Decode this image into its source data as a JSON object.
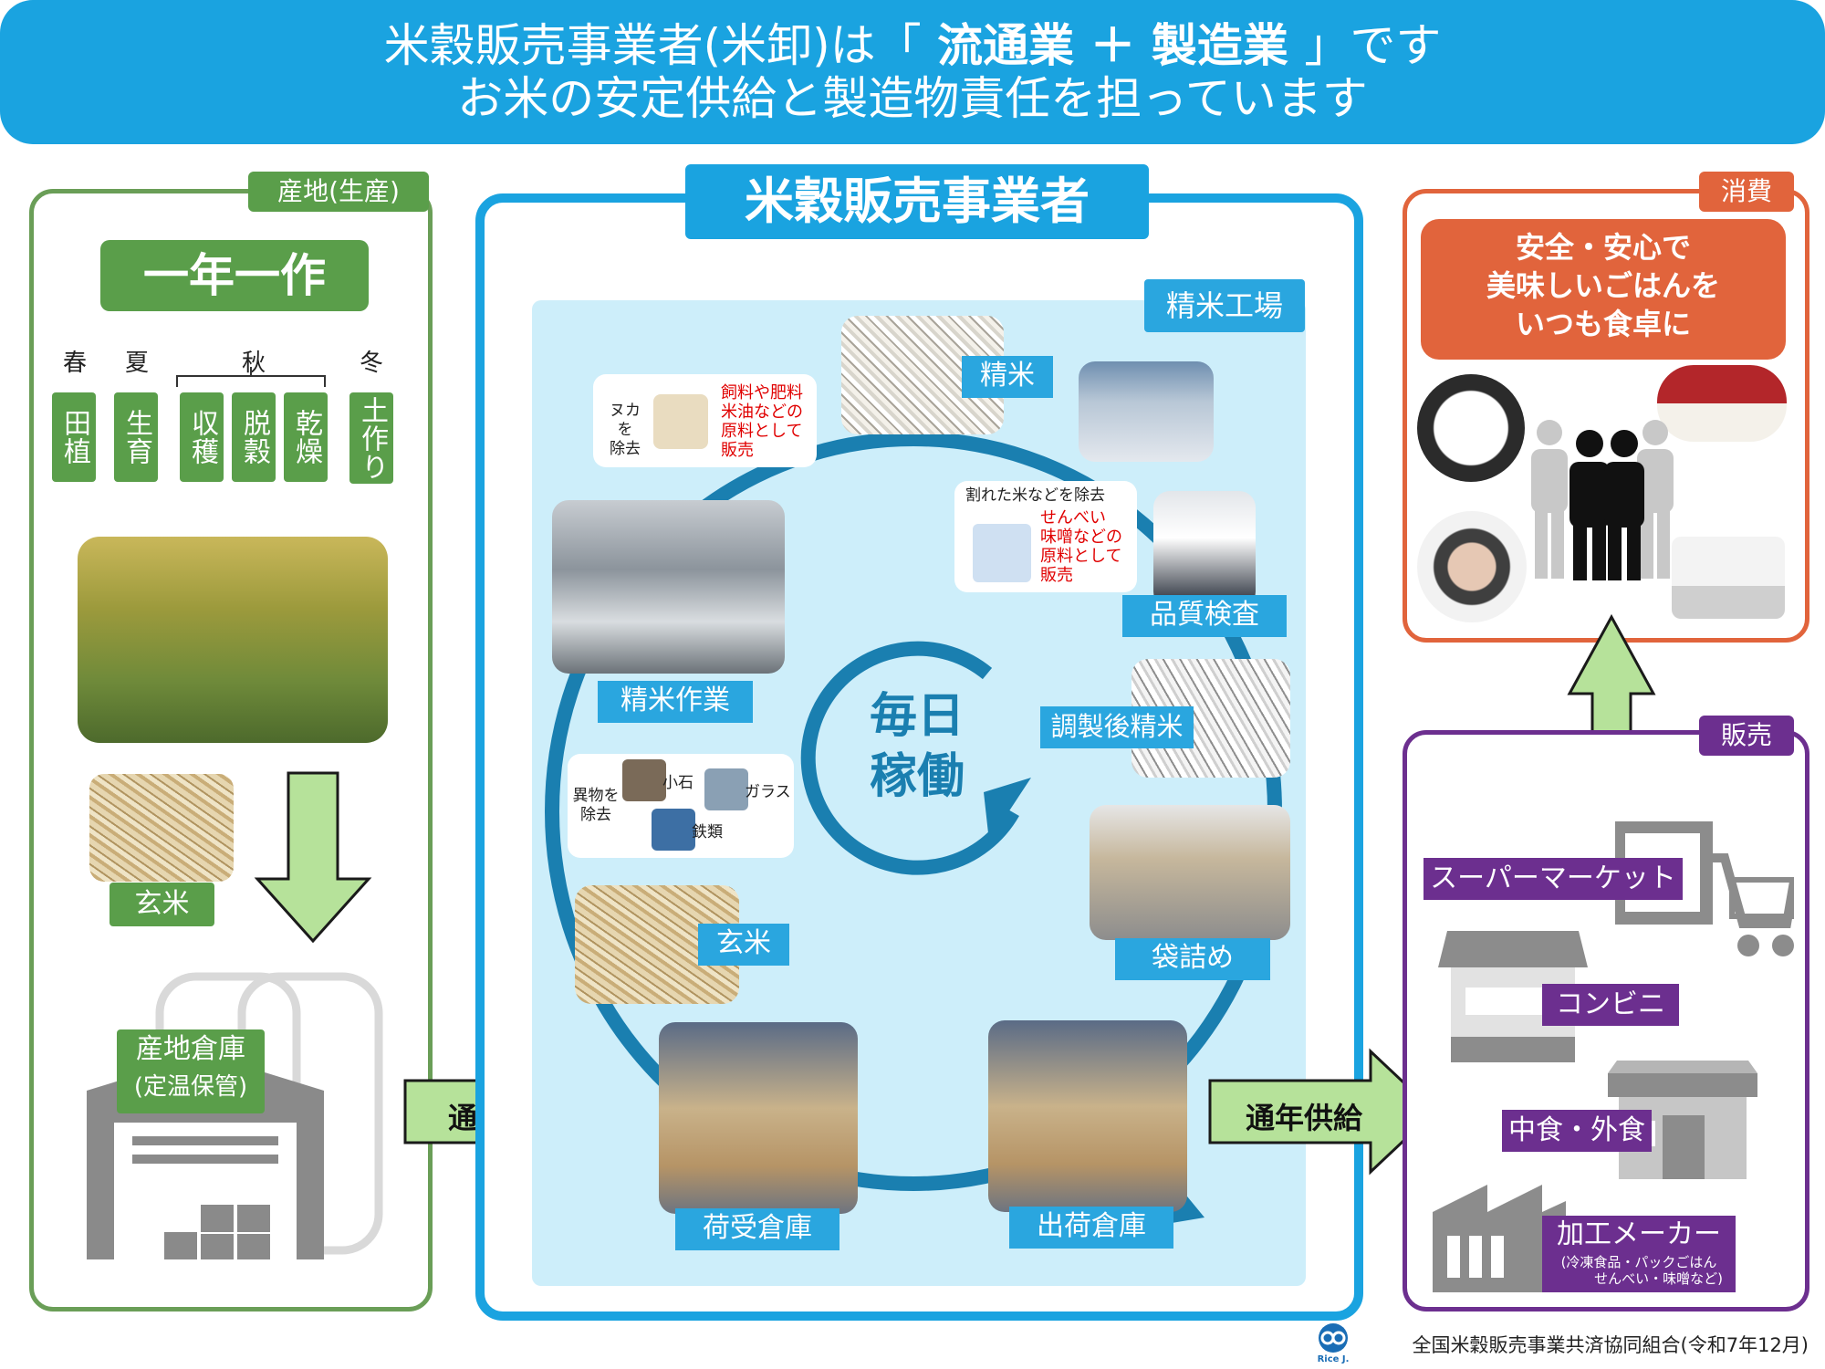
{
  "banner": {
    "line1_before": "米穀販売事業者(米卸)は「",
    "line1_bold": " 流通業 ＋ 製造業 ",
    "line1_after": "」です",
    "line2": "お米の安定供給と製造物責任を担っています"
  },
  "production": {
    "tag": "産地(生産)",
    "headline": "一年一作",
    "seasons": [
      "春",
      "夏",
      "秋",
      "冬"
    ],
    "tasks": [
      "田植",
      "生育",
      "収穫",
      "脱穀",
      "乾燥",
      "土作り"
    ],
    "brown_rice_label": "玄米",
    "warehouse_label_1": "産地倉庫",
    "warehouse_label_2": "(定温保管)"
  },
  "procure_label": "通年調達",
  "supply_label": "通年供給",
  "dealer": {
    "title": "米穀販売事業者",
    "factory_tag": "精米工場",
    "center_1": "毎日",
    "center_2": "稼働",
    "steps": {
      "receiving": "荷受倉庫",
      "brown_rice": "玄米",
      "milling_work": "精米作業",
      "polished": "精米",
      "inspection": "品質検査",
      "adjusted": "調製後精米",
      "bagging": "袋詰め",
      "shipping": "出荷倉庫"
    },
    "bran_callout": {
      "remove": "ヌカを\n除去",
      "red": "飼料や肥料\n米油などの\n原料として\n販売"
    },
    "broken_callout": {
      "remove": "割れた米などを除去",
      "red": "せんべい\n味噌などの\n原料として\n販売"
    },
    "foreign_callout": {
      "remove": "異物を\n除去",
      "stone": "小石",
      "glass": "ガラス",
      "metal": "鉄類"
    }
  },
  "consumption": {
    "tag": "消費",
    "message": "安全・安心で\n美味しいごはんを\nいつも食卓に"
  },
  "sales": {
    "tag": "販売",
    "channels": {
      "supermarket": "スーパーマーケット",
      "convenience": "コンビニ",
      "deli": "中食・外食",
      "maker": "加工メーカー",
      "maker_note_1": "(冷凍食品・パックごはん",
      "maker_note_2": "せんべい・味噌など)"
    }
  },
  "footer": {
    "logo_text": "Rice J.",
    "org": "全国米穀販売事業共済協同組合(令和7年12月)"
  },
  "colors": {
    "blue": "#1aa3e0",
    "green": "#5a9e4a",
    "light_green_arrow": "#b6e29a",
    "purple": "#6c2f8f",
    "orange": "#e1643c",
    "cycle": "#1a7fb0"
  },
  "icons": [
    "grain-stock-icon",
    "people-icon",
    "supermarket-cart-icon",
    "convenience-store-icon",
    "restaurant-icon",
    "factory-icon",
    "rice-j-logo"
  ]
}
